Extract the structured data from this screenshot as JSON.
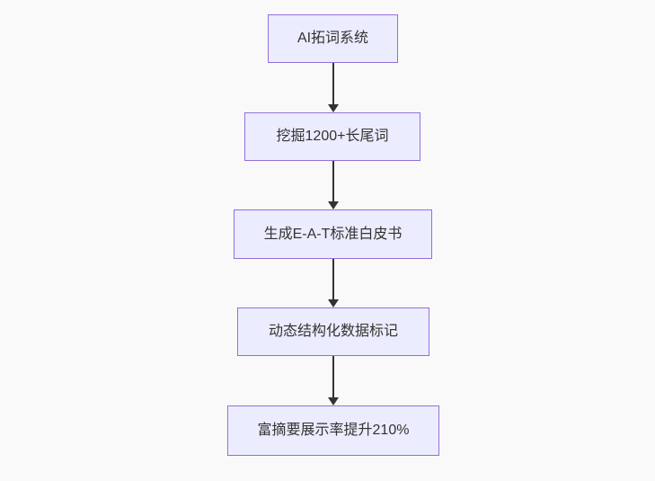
{
  "diagram": {
    "type": "flowchart",
    "direction": "top-down",
    "nodes": [
      {
        "id": "n1",
        "label": "AI拓词系统"
      },
      {
        "id": "n2",
        "label": "挖掘1200+长尾词"
      },
      {
        "id": "n3",
        "label": "生成E-A-T标准白皮书"
      },
      {
        "id": "n4",
        "label": "动态结构化数据标记"
      },
      {
        "id": "n5",
        "label": "富摘要展示率提升210%"
      }
    ],
    "edges": [
      {
        "from": "n1",
        "to": "n2",
        "style": "arrow-down"
      },
      {
        "from": "n2",
        "to": "n3",
        "style": "arrow-down"
      },
      {
        "from": "n3",
        "to": "n4",
        "style": "arrow-down"
      },
      {
        "from": "n4",
        "to": "n5",
        "style": "arrow-down"
      }
    ],
    "colors": {
      "node_fill": "#ECECFF",
      "node_border": "#9370DB",
      "edge": "#333333",
      "text": "#333333",
      "background": "#f9f9f9"
    }
  }
}
